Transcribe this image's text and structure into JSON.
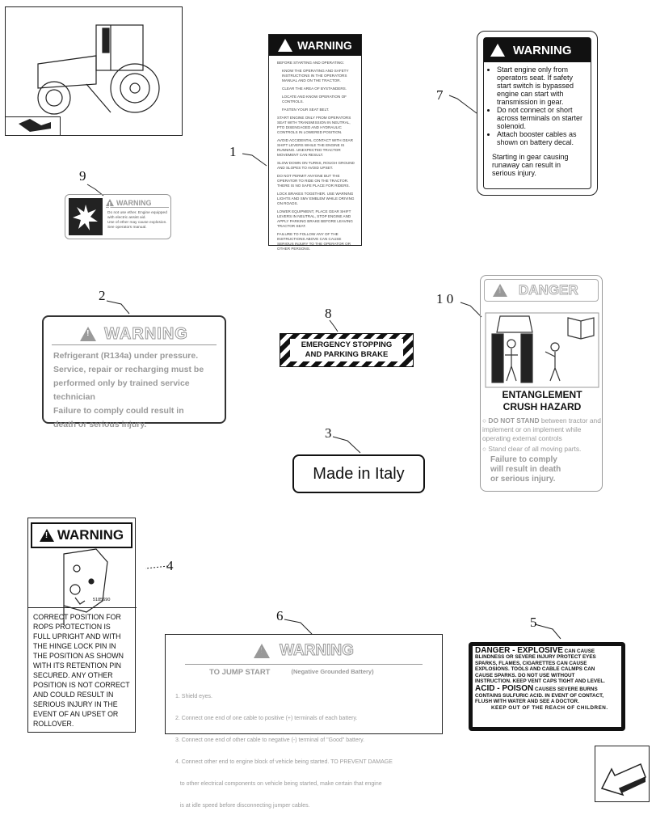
{
  "callouts": [
    "1",
    "2",
    "3",
    "4",
    "5",
    "6",
    "7",
    "8",
    "9",
    "1 0"
  ],
  "label1": {
    "header": "WARNING",
    "lines": [
      "BEFORE STARTING AND OPERATING:",
      "KNOW THE OPERATING AND SAFETY INSTRUCTIONS IN THE OPERATORS MANUAL AND ON THE TRACTOR.",
      "CLEAR THE AREA OF BYSTANDERS.",
      "LOCATE AND KNOW OPERATION OF CONTROLS.",
      "FASTEN YOUR SEAT BELT.",
      "START ENGINE ONLY FROM OPERATORS SEAT WITH TRANSMISSION IN NEUTRAL, PTO DISENGAGED AND HYDRAULIC CONTROLS IN LOWERED POSITION.",
      "AVOID ACCIDENTAL CONTACT WITH GEAR SHIFT LEVERS WHILE THE ENGINE IS RUNNING. UNEXPECTED TRACTOR MOVEMENT CAN RESULT.",
      "SLOW DOWN ON TURNS, ROUGH GROUND AND SLOPES TO AVOID UPSET.",
      "DO NOT PERMIT ANYONE BUT THE OPERATOR TO RIDE ON THE TRACTOR. THERE IS NO SAFE PLACE FOR RIDERS.",
      "LOCK BRAKES TOGETHER. USE WARNING LIGHTS AND SMV EMBLEM WHILE DRIVING ON ROADS.",
      "LOWER EQUIPMENT, PLACE GEAR SHIFT LEVERS IN NEUTRAL, STOP ENGINE AND APPLY PARKING BRAKE BEFORE LEAVING TRACTOR SEAT.",
      "FAILURE TO FOLLOW ANY OF THE INSTRUCTIONS ABOVE CAN CAUSE SERIOUS INJURY TO THE OPERATOR OR OTHER PERSONS."
    ]
  },
  "label7": {
    "header": "WARNING",
    "bullets": [
      "Start engine only from operators seat. If safety start switch is bypassed engine can start with transmission in gear.",
      "Do not connect or short across terminals on starter solenoid.",
      "Attach booster cables as shown on battery decal."
    ],
    "footer": "Starting in gear causing runaway can result in serious injury."
  },
  "label9": {
    "header": "WARNING",
    "lines": [
      "Do not use ether. Engine equipped with electric assist aid.",
      "Use of ether may cause explosion.",
      "See operators manual."
    ]
  },
  "label2": {
    "header": "WARNING",
    "lines": [
      "Refrigerant (R134a) under pressure.",
      "Service, repair or recharging must be",
      "performed only by trained service technician",
      "Failure to comply could result in",
      "death or serious injury."
    ]
  },
  "label8": {
    "line1": "EMERGENCY STOPPING",
    "line2": "AND PARKING BRAKE"
  },
  "label3": {
    "text": "Made in Italy"
  },
  "label10": {
    "header": "DANGER",
    "title1": "ENTANGLEMENT",
    "title2": "CRUSH HAZARD",
    "b1_bold": "DO NOT STAND",
    "b1_rest": " between tractor and implement or on implement while operating external controls",
    "b2": "Stand clear of all moving parts.",
    "fail": [
      "Failure to comply",
      "will result in death",
      "or serious injury."
    ]
  },
  "label4": {
    "header": "WARNING",
    "code": "5185690",
    "lines": [
      "CORRECT POSITION FOR",
      "ROPS PROTECTION IS",
      "FULL UPRIGHT AND WITH",
      "THE HINGE LOCK PIN IN",
      "THE POSITION AS SHOWN",
      "WITH ITS RETENTION PIN",
      "SECURED. ANY OTHER",
      "POSITION IS NOT CORRECT",
      "AND COULD RESULT IN",
      "SERIOUS INJURY IN THE",
      "EVENT OF AN UPSET OR",
      "ROLLOVER."
    ]
  },
  "label6": {
    "header": "WARNING",
    "sub1": "TO JUMP START",
    "sub2": "(Negative Grounded Battery)",
    "lines": [
      "1. Shield eyes.",
      "2. Connect one end of one cable to positive (+) terminals of each battery.",
      "3. Connect one end of other cable to negative (-) terminal of \"Good\" battery.",
      "4. Connect other end to engine block of vehicle being started. TO PREVENT DAMAGE",
      "   to other electrical components on vehicle being started, make certain that engine",
      "   is at idle speed before disconnecting jumper cables."
    ]
  },
  "label5": {
    "h1": "DANGER - EXPLOSIVE",
    "t1a": " CAN CAUSE",
    "t1": [
      "BLINDNESS OR SEVERE INJURY PROTECT EYES",
      "SPARKS, FLAMES, CIGARETTES CAN CAUSE",
      "EXPLOSIONS. TOOLS AND CABLE CALMPS CAN",
      "CAUSE SPARKS. DO NOT USE WITHOUT",
      "INSTRUCTION. KEEP VENT CAPS TIGHT AND LEVEL."
    ],
    "h2": "ACID - POISON",
    "t2a": " CAUSES SEVERE BURNS",
    "t2": [
      "CONTAINS SULFURIC ACID. IN EVENT OF CONTACT,",
      "FLUSH WITH WATER AND SEE A DOCTOR.",
      "KEEP OUT OF THE REACH OF CHILDREN."
    ]
  }
}
